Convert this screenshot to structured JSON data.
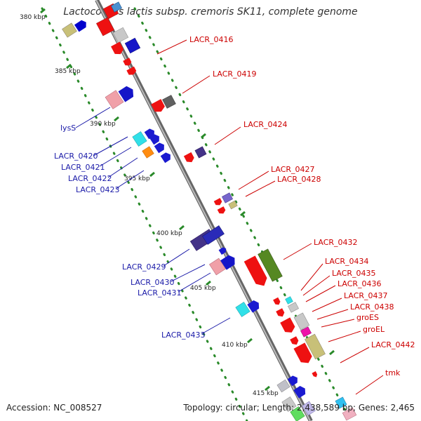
{
  "title": "Lactococcus lactis subsp. cremoris SK11, complete genome",
  "kbp_labels": [
    "380 kbp",
    "385 kbp",
    "390 kbp",
    "395 kbp",
    "400 kbp",
    "405 kbp",
    "410 kbp",
    "415 kbp"
  ],
  "gene_labels": [
    {
      "text": "LACR_0416",
      "color": "#cc0000"
    },
    {
      "text": "LACR_0419",
      "color": "#cc0000"
    },
    {
      "text": "LACR_0424",
      "color": "#cc0000"
    },
    {
      "text": "LACR_0427",
      "color": "#cc0000"
    },
    {
      "text": "LACR_0428",
      "color": "#cc0000"
    },
    {
      "text": "LACR_0432",
      "color": "#cc0000"
    },
    {
      "text": "LACR_0434",
      "color": "#cc0000"
    },
    {
      "text": "LACR_0435",
      "color": "#cc0000"
    },
    {
      "text": "LACR_0436",
      "color": "#cc0000"
    },
    {
      "text": "LACR_0437",
      "color": "#cc0000"
    },
    {
      "text": "LACR_0438",
      "color": "#cc0000"
    },
    {
      "text": "groES",
      "color": "#cc0000"
    },
    {
      "text": "groEL",
      "color": "#cc0000"
    },
    {
      "text": "LACR_0442",
      "color": "#cc0000"
    },
    {
      "text": "tmk",
      "color": "#cc0000"
    },
    {
      "text": "lysS",
      "color": "#1a1aa8"
    },
    {
      "text": "LACR_0420",
      "color": "#1a1aa8"
    },
    {
      "text": "LACR_0421",
      "color": "#1a1aa8"
    },
    {
      "text": "LACR_0422",
      "color": "#1a1aa8"
    },
    {
      "text": "LACR_0423",
      "color": "#1a1aa8"
    },
    {
      "text": "LACR_0429",
      "color": "#1a1aa8"
    },
    {
      "text": "LACR_0430",
      "color": "#1a1aa8"
    },
    {
      "text": "LACR_0431",
      "color": "#1a1aa8"
    },
    {
      "text": "LACR_0433",
      "color": "#1a1aa8"
    }
  ],
  "footer": {
    "accession": "Accession: NC_008527",
    "stats": "Topology: circular; Length: 2,438,589 bp; Genes: 2,465"
  },
  "colors": {
    "backbone": "#8a8a8a",
    "tick": "#2a8a2a",
    "forward_label": "#cc0000",
    "reverse_label": "#1a1aa8"
  }
}
